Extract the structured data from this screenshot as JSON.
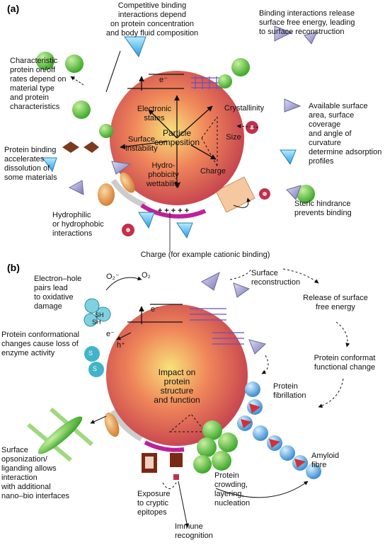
{
  "panel_a": {
    "label": "(a)",
    "center": "Particle\ncomposition",
    "inner": {
      "electronic_states": "Electronic\nstates",
      "crystallinity": "Crystallinity",
      "surface_instability": "Surface\ninstability",
      "size": "Size",
      "hydrophobicity": "Hydro-\nphobicity\nwettability",
      "charge": "Charge",
      "electron": "e⁻",
      "charge_signs": "+ + + + +"
    },
    "annotations": {
      "competitive": "Competitive binding\ninteractions depend\non protein concentration\nand body fluid composition",
      "release": "Binding interactions release\nsurface free energy, leading\nto surface reconstruction",
      "rates": "Characteristic\nprotein on/off\nrates depend on\nmaterial type\nand protein\ncharacteristics",
      "surface_area": "Available surface\narea, surface coverage\nand angle of curvature\ndetermine adsorption\nprofiles",
      "dissolution": "Protein binding\naccelerates\ndissolution of\nsome materials",
      "steric": "Steric hindrance\nprevents binding",
      "hydrophilic": "Hydrophilic\nor hydrophobic\ninteractions",
      "charge_caption": "Charge (for example cationic binding)"
    }
  },
  "panel_b": {
    "label": "(b)",
    "center": "Impact on\nprotein\nstructure\nand function",
    "symbols": {
      "o2_minus": "O₂⁻",
      "o2": "O₂",
      "electron": "e⁻",
      "electron2": "e⁻",
      "hole": "h⁺",
      "sh1": "SH",
      "sh2": "SH",
      "s1": "S",
      "s2": "S"
    },
    "annotations": {
      "electron_hole": "Electron–hole\npairs lead\nto oxidative\ndamage",
      "conformational": "Protein conformational\nchanges cause loss of\nenzyme activity",
      "reconstruction": "Surface\nreconstruction",
      "free_energy": "Release of surface\nfree energy",
      "conformat": "Protein conformat\nfunctional change",
      "fibrillation": "Protein\nfibrillation",
      "amyloid": "Amyloid\nfibre",
      "opsonization": "Surface\nopsonization/\nliganding allows\ninteraction\nwith additional\nnano–bio interfaces",
      "crowding": "Protein\ncrowding,\nlayering,\nnucleation",
      "cryptic": "Exposure\nto cryptic\nepitopes",
      "immune": "Immune\nrecognition"
    }
  },
  "colors": {
    "sphere_center": "#f7e27a",
    "sphere_mid": "#f0875a",
    "sphere_edge": "#c23e4e",
    "protein_green": "#5fc83c",
    "protein_blue": "#5ab4e6",
    "protein_lavender": "#a8a4d2",
    "protein_brown": "#7a3a1c",
    "protein_orange": "#e8a04c",
    "charge_bar": "#c0209a",
    "amyloid_blue": "#5c7fd0",
    "amyloid_red": "#d0303c",
    "sh_teal": "#40b4c8"
  }
}
